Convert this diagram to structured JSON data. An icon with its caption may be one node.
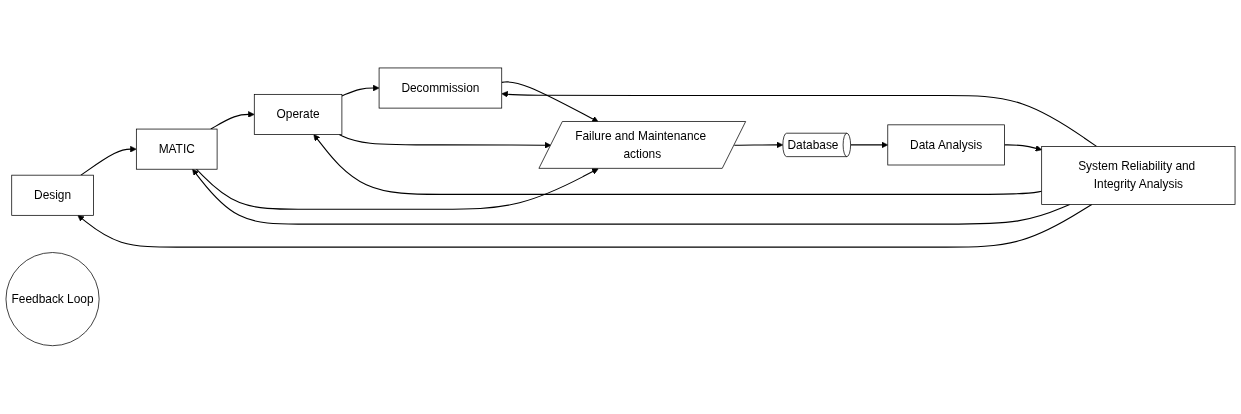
{
  "diagram": {
    "nodes": [
      {
        "text": [
          "Design"
        ]
      },
      {
        "text": [
          "MATIC"
        ]
      },
      {
        "text": [
          "Operate"
        ]
      },
      {
        "text": [
          "Decommission"
        ]
      },
      {
        "text": [
          "Failure and Maintenance actions"
        ]
      },
      {
        "text": [
          "Feedback Loop"
        ]
      },
      {
        "text": [
          "Database"
        ]
      },
      {
        "text": [
          "Data Analysis"
        ]
      },
      {
        "text": [
          "System Reliability and Integrity Analysis"
        ]
      }
    ],
    "edges": [
      {
        "from": 0,
        "to": 1,
        "arrow": "to"
      },
      {
        "from": 1,
        "to": 2,
        "arrow": "to"
      },
      {
        "from": 2,
        "to": 3,
        "arrow": "to"
      },
      {
        "from": 1,
        "to": 4,
        "arrow": "to"
      },
      {
        "from": 2,
        "to": 4,
        "arrow": "to"
      },
      {
        "from": 3,
        "to": 4,
        "arrow": "to"
      },
      {
        "from": 4,
        "to": 6,
        "arrow": "to"
      },
      {
        "from": 6,
        "to": 7,
        "arrow": "to"
      },
      {
        "from": 7,
        "to": 8,
        "arrow": "to"
      },
      {
        "from": 8,
        "to": 0,
        "arrow": "to"
      },
      {
        "from": 8,
        "to": 1,
        "arrow": "to"
      },
      {
        "from": 8,
        "to": 2,
        "arrow": "to"
      },
      {
        "from": 8,
        "to": 3,
        "arrow": "to"
      }
    ]
  }
}
